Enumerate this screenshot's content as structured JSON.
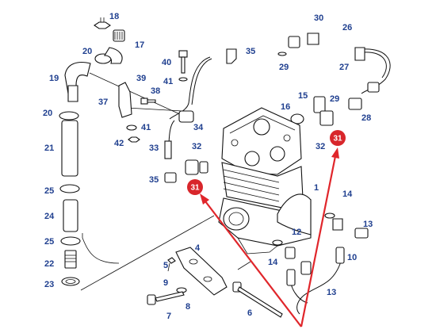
{
  "labels": [
    {
      "id": "18",
      "text": "18"
    },
    {
      "id": "17",
      "text": "17"
    },
    {
      "id": "20a",
      "text": "20"
    },
    {
      "id": "19",
      "text": "19"
    },
    {
      "id": "20b",
      "text": "20"
    },
    {
      "id": "21",
      "text": "21"
    },
    {
      "id": "25a",
      "text": "25"
    },
    {
      "id": "24",
      "text": "24"
    },
    {
      "id": "25b",
      "text": "25"
    },
    {
      "id": "22",
      "text": "22"
    },
    {
      "id": "23",
      "text": "23"
    },
    {
      "id": "40",
      "text": "40"
    },
    {
      "id": "41a",
      "text": "41"
    },
    {
      "id": "39",
      "text": "39"
    },
    {
      "id": "38",
      "text": "38"
    },
    {
      "id": "37",
      "text": "37"
    },
    {
      "id": "41b",
      "text": "41"
    },
    {
      "id": "42",
      "text": "42"
    },
    {
      "id": "33",
      "text": "33"
    },
    {
      "id": "35a",
      "text": "35"
    },
    {
      "id": "35b",
      "text": "35"
    },
    {
      "id": "34",
      "text": "34"
    },
    {
      "id": "32a",
      "text": "32"
    },
    {
      "id": "30",
      "text": "30"
    },
    {
      "id": "26",
      "text": "26"
    },
    {
      "id": "29a",
      "text": "29"
    },
    {
      "id": "27",
      "text": "27"
    },
    {
      "id": "15",
      "text": "15"
    },
    {
      "id": "16",
      "text": "16"
    },
    {
      "id": "29b",
      "text": "29"
    },
    {
      "id": "28",
      "text": "28"
    },
    {
      "id": "32b",
      "text": "32"
    },
    {
      "id": "1",
      "text": "1"
    },
    {
      "id": "14a",
      "text": "14"
    },
    {
      "id": "13a",
      "text": "13"
    },
    {
      "id": "12",
      "text": "12"
    },
    {
      "id": "14b",
      "text": "14"
    },
    {
      "id": "10",
      "text": "10"
    },
    {
      "id": "13b",
      "text": "13"
    },
    {
      "id": "4",
      "text": "4"
    },
    {
      "id": "5",
      "text": "5"
    },
    {
      "id": "9",
      "text": "9"
    },
    {
      "id": "8",
      "text": "8"
    },
    {
      "id": "7",
      "text": "7"
    },
    {
      "id": "6",
      "text": "6"
    }
  ],
  "callouts": [
    {
      "id": "c1",
      "text": "31"
    },
    {
      "id": "c2",
      "text": "31"
    }
  ],
  "colors": {
    "label": "#1f3f8f",
    "callout": "#d8262b",
    "arrow": "#e0262b"
  }
}
